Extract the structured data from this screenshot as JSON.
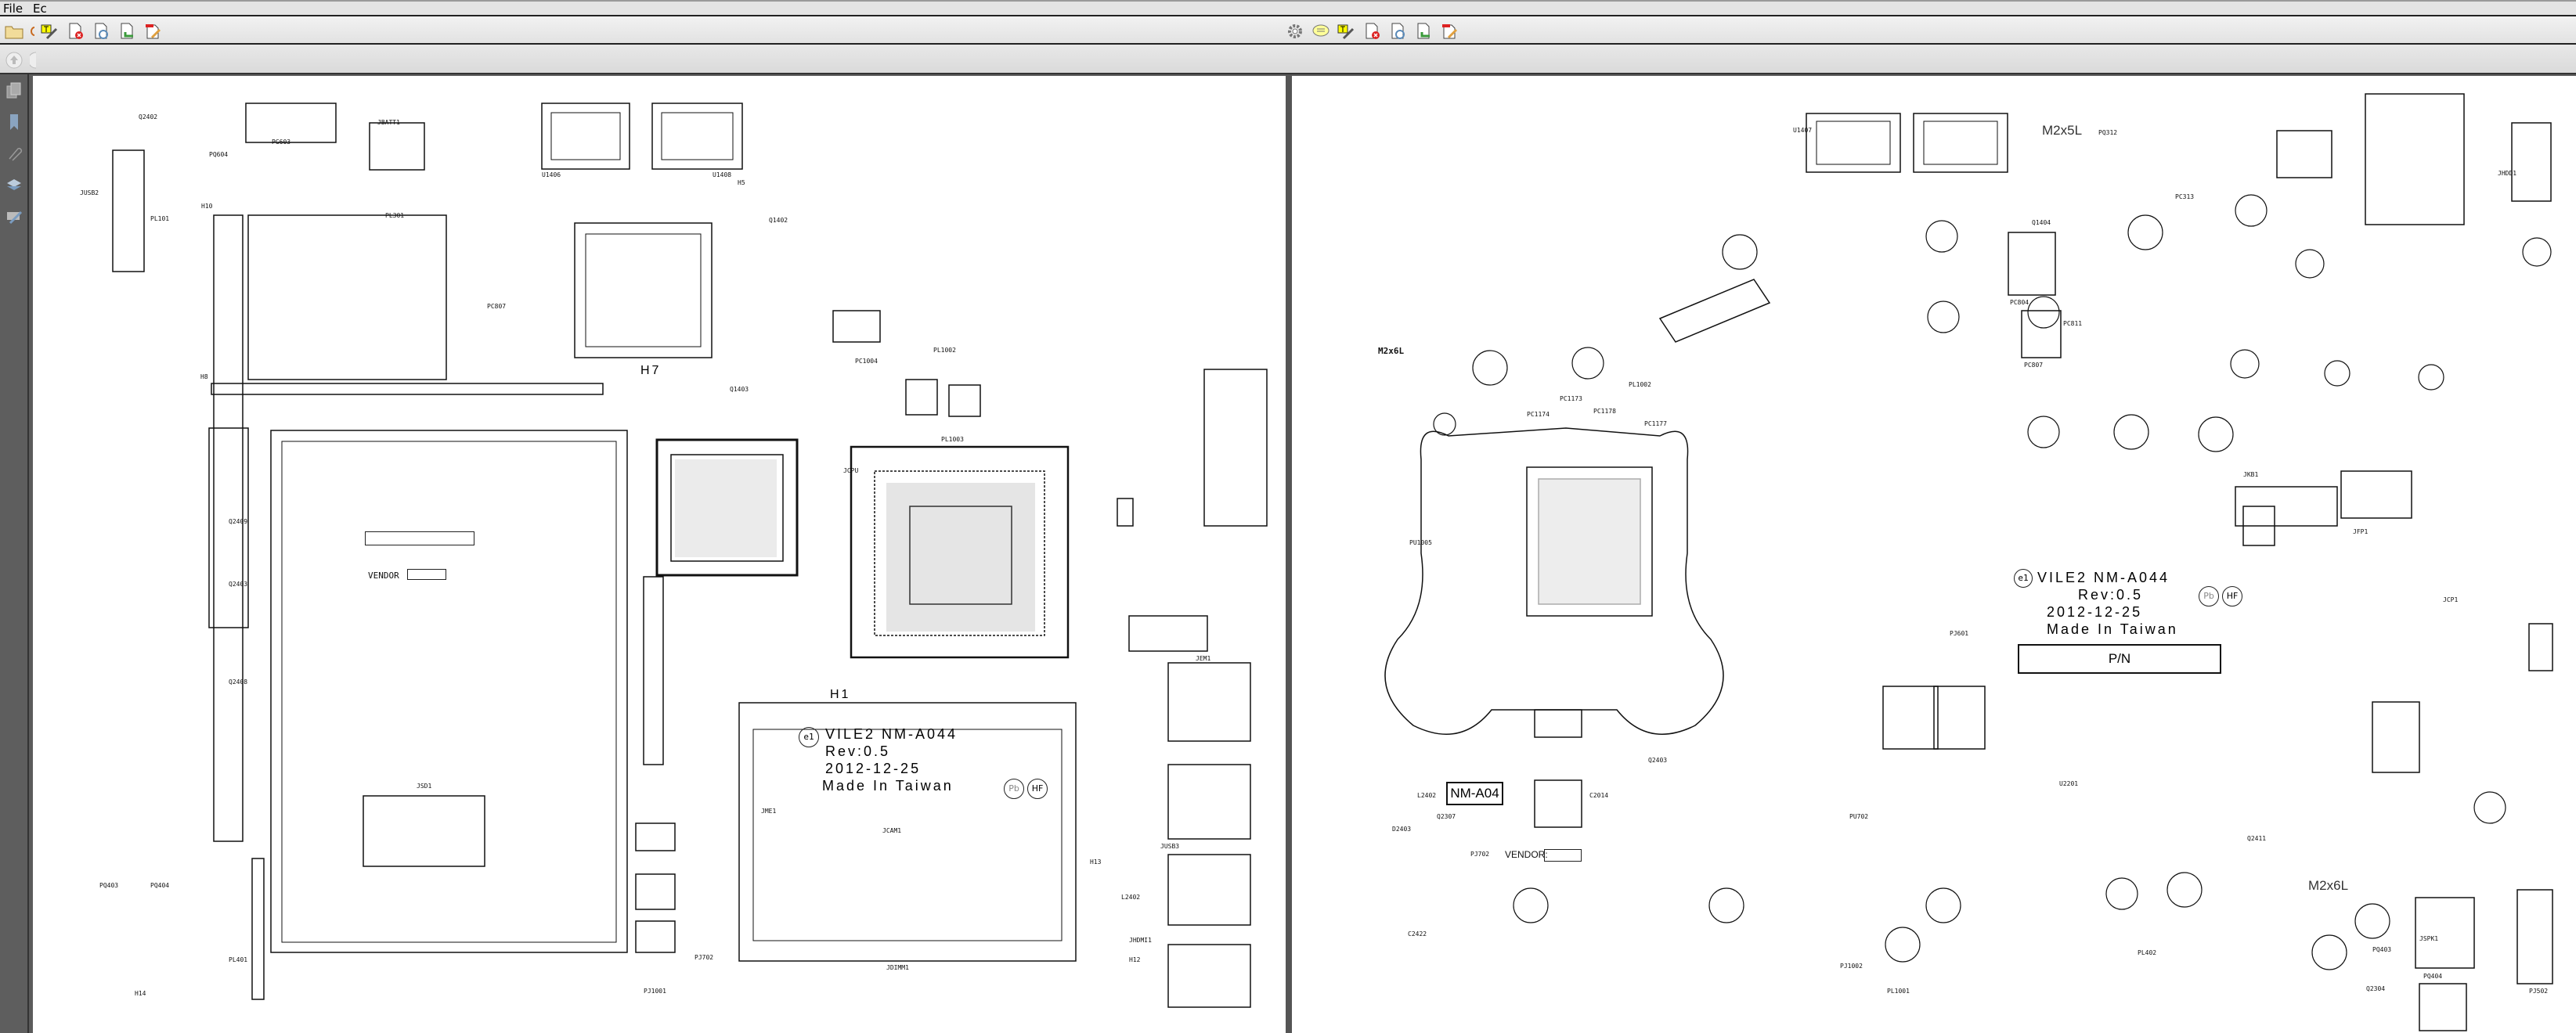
{
  "menu": {
    "file": "File",
    "edit": "Ec"
  },
  "toolbar_left": [
    "open-folder-icon",
    "partial-icon",
    "text-field-icon",
    "remove-file-icon",
    "refresh-file-icon",
    "export-file-icon",
    "edit-form-icon"
  ],
  "toolbar_center": [
    "gear-icon",
    "comment-icon",
    "text-field-icon",
    "remove-file-icon",
    "refresh-file-icon",
    "export-file-icon",
    "edit-form-icon"
  ],
  "sidebar": [
    "pages-icon",
    "bookmark-icon",
    "attachment-icon",
    "layers-icon",
    "signature-icon"
  ],
  "left_page": {
    "h7": "H7",
    "h1": "H1",
    "board": {
      "badge": "e1",
      "name": "VILE2 NM-A044",
      "rev": "Rev:0.5",
      "date": "2012-12-25",
      "origin": "Made In Taiwan",
      "pb": "Pb",
      "hf": "HF"
    },
    "vendor": "VENDOR",
    "labels": [
      "PL101",
      "PG603",
      "PL301",
      "Q2402",
      "JUSB2",
      "PQ604",
      "H10",
      "H8",
      "U1406",
      "U1408",
      "Q1402",
      "PC807",
      "PL1002",
      "H5",
      "JCPU",
      "PL1003",
      "Q1403",
      "JEM1",
      "JCAM1",
      "JUSB3",
      "JHDMI1",
      "JBATT1",
      "PQ403",
      "PQ404",
      "PL401",
      "Q2409",
      "Q2403",
      "H14",
      "JSD1",
      "JME1",
      "JDIMM1",
      "PJ702",
      "H12",
      "H13",
      "Q2408",
      "PC1004",
      "PJ1001",
      "L2402"
    ]
  },
  "right_page": {
    "m2x6l_top": "M2x6L",
    "m2x5l": "M2x5L",
    "m2x6l": "M2x6L",
    "board": {
      "badge": "e1",
      "name": "VILE2 NM-A044",
      "rev": "Rev:0.5",
      "date": "2012-12-25",
      "origin": "Made In Taiwan",
      "pb": "Pb",
      "hf": "HF",
      "pn": "P/N"
    },
    "nm_box": "NM-A04",
    "vendor": "VENDOR:",
    "labels": [
      "U1407",
      "PC313",
      "PQ312",
      "PC804",
      "PC811",
      "PC807",
      "Q1404",
      "PL1002",
      "PC1174",
      "PC1173",
      "PC1177",
      "PC1178",
      "PU1005",
      "Q2403",
      "L2402",
      "Q2307",
      "D2403",
      "C2422",
      "PJ702",
      "U2201",
      "PJ601",
      "PL402",
      "C2014",
      "PU702",
      "PJ1002",
      "PL1001",
      "JCP1",
      "JFP1",
      "JKB1",
      "JHDD1",
      "Q2411",
      "JSPK1",
      "PQ403",
      "PQ404",
      "PJ502",
      "Q2304"
    ]
  }
}
